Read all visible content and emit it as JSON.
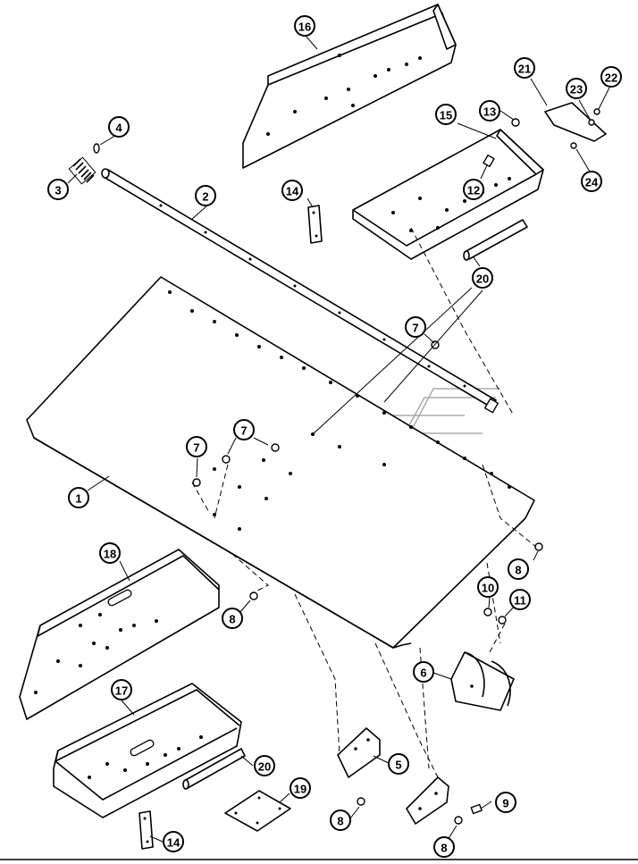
{
  "callouts": [
    {
      "label": "1"
    },
    {
      "label": "2"
    },
    {
      "label": "3"
    },
    {
      "label": "4"
    },
    {
      "label": "5"
    },
    {
      "label": "6"
    },
    {
      "label": "7"
    },
    {
      "label": "7"
    },
    {
      "label": "7"
    },
    {
      "label": "8"
    },
    {
      "label": "8"
    },
    {
      "label": "8"
    },
    {
      "label": "8"
    },
    {
      "label": "9"
    },
    {
      "label": "10"
    },
    {
      "label": "11"
    },
    {
      "label": "12"
    },
    {
      "label": "13"
    },
    {
      "label": "14"
    },
    {
      "label": "14"
    },
    {
      "label": "15"
    },
    {
      "label": "16"
    },
    {
      "label": "17"
    },
    {
      "label": "18"
    },
    {
      "label": "19"
    },
    {
      "label": "20"
    },
    {
      "label": "20"
    },
    {
      "label": "21"
    },
    {
      "label": "22"
    },
    {
      "label": "23"
    },
    {
      "label": "24"
    }
  ]
}
